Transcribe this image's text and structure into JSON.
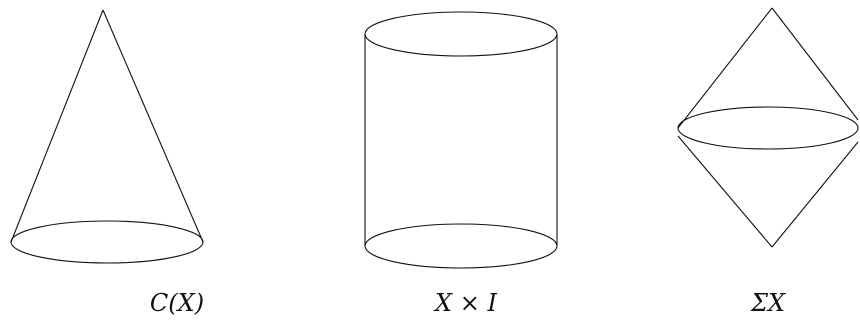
{
  "figures": [
    {
      "id": "cone",
      "caption": "C(X)"
    },
    {
      "id": "cylinder",
      "caption": "X × I"
    },
    {
      "id": "suspension",
      "caption": "ΣX"
    }
  ]
}
